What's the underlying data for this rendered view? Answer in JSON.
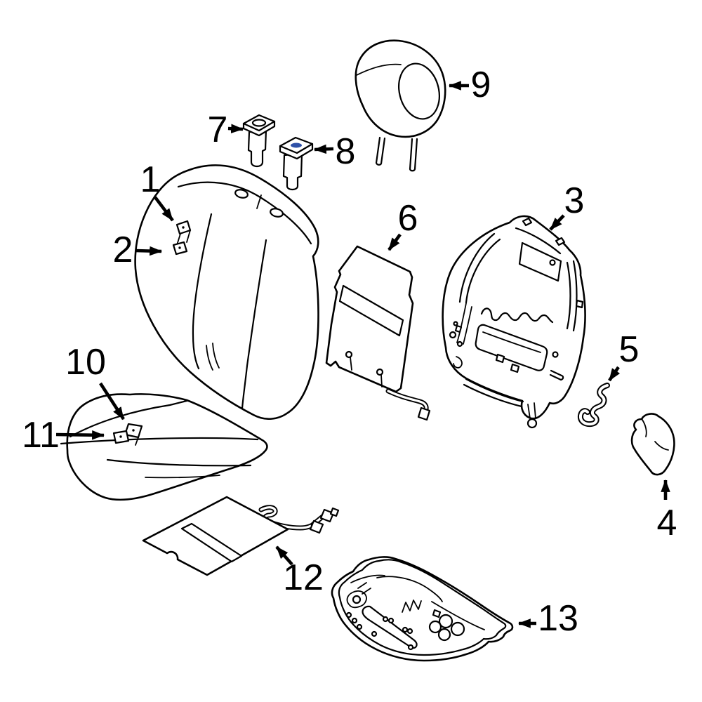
{
  "figure": {
    "background_color": "#ffffff",
    "line_color": "#000000",
    "highlight_color": "#3a60c2",
    "highlight_top_color": "#4d71cd",
    "highlight_dark_color": "#2e51a8"
  },
  "callouts": {
    "c1": "1",
    "c2": "2",
    "c3": "3",
    "c4": "4",
    "c5": "5",
    "c6": "6",
    "c7": "7",
    "c8": "8",
    "c9": "9",
    "c10": "10",
    "c11": "11",
    "c12": "12",
    "c13": "13"
  }
}
